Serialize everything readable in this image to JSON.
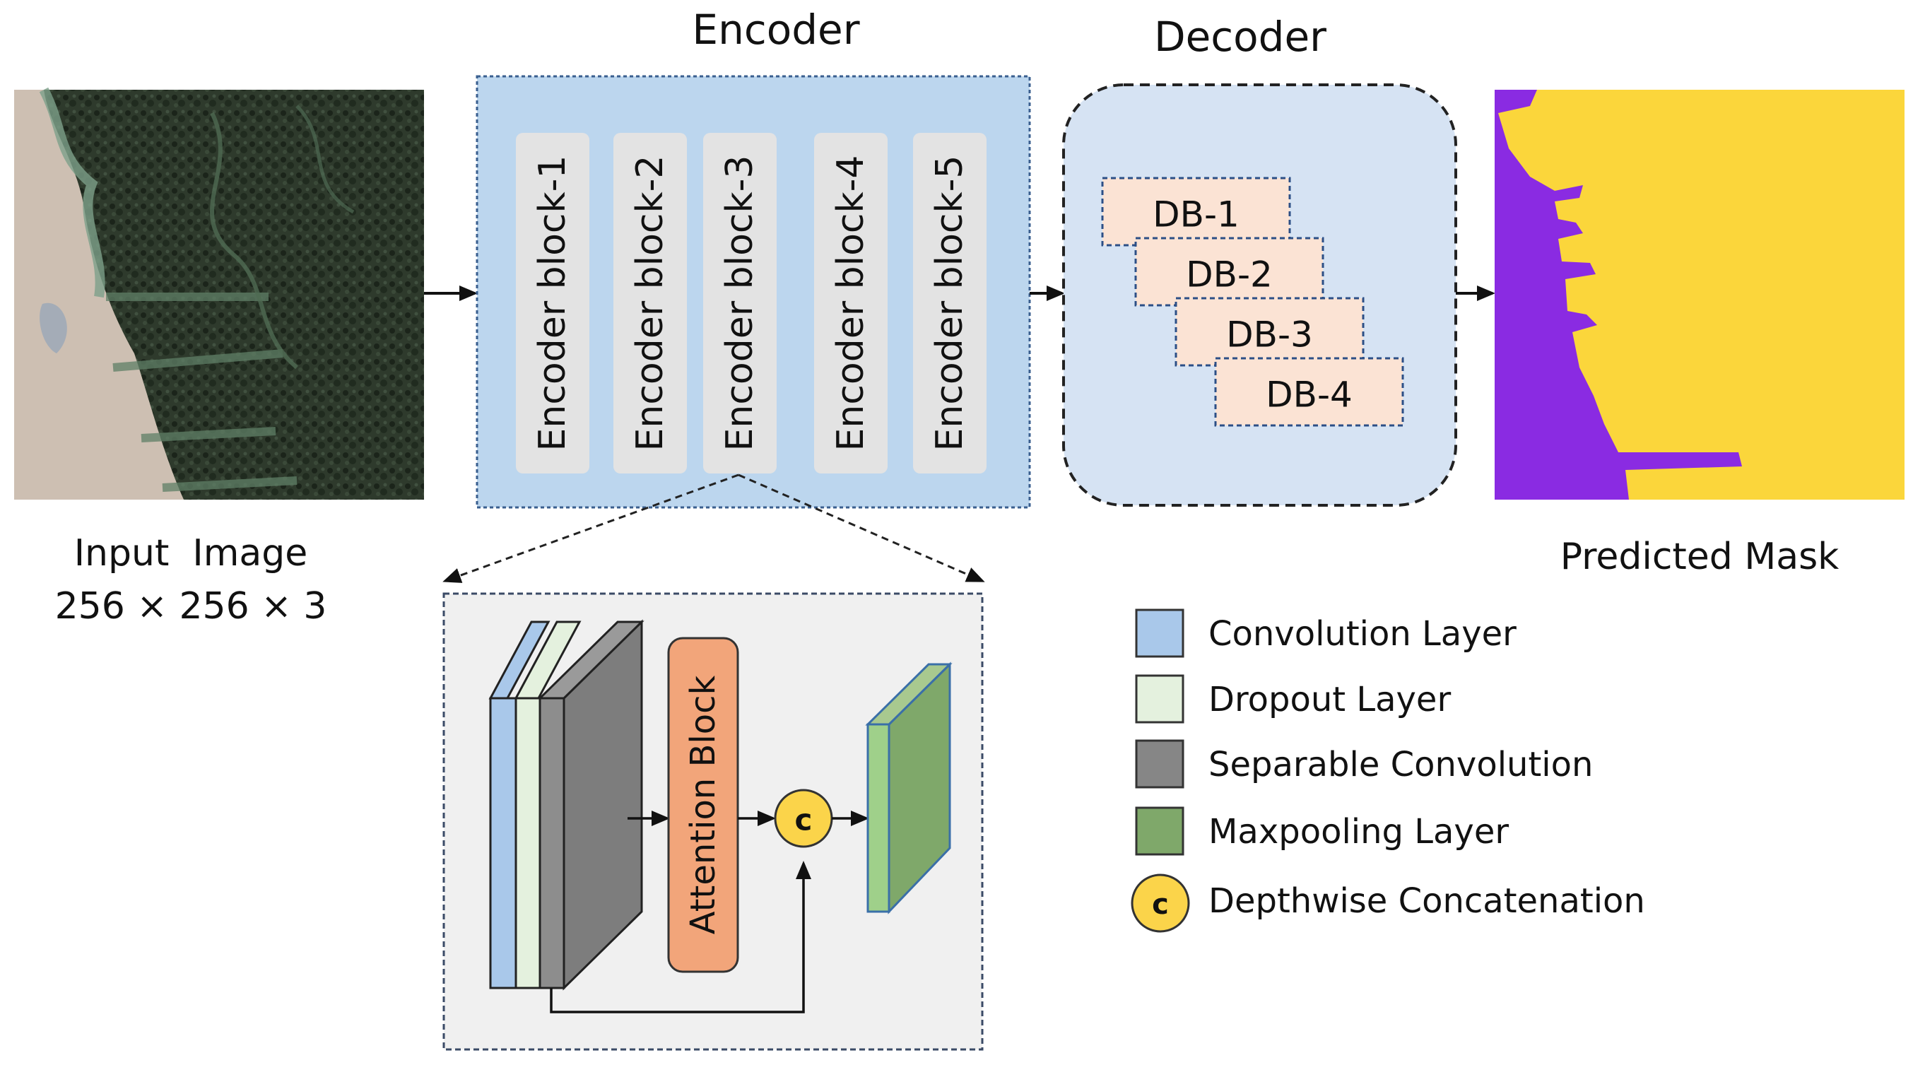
{
  "encoder": {
    "title": "Encoder",
    "blocks": [
      "Encoder block-1",
      "Encoder block-2",
      "Encoder block-3",
      "Encoder block-4",
      "Encoder block-5"
    ]
  },
  "decoder": {
    "title": "Decoder",
    "blocks": [
      "DB-1",
      "DB-2",
      "DB-3",
      "DB-4"
    ]
  },
  "input": {
    "label": "Input  Image",
    "dims": "256 × 256 × 3"
  },
  "output": {
    "label": "Predicted Mask"
  },
  "detail": {
    "attention_label": "Attention Block",
    "concat_symbol": "c"
  },
  "legend": [
    {
      "label": "Convolution Layer",
      "color": "#a9c8ea"
    },
    {
      "label": "Dropout Layer",
      "color": "#e4f1de"
    },
    {
      "label": "Separable Convolution",
      "color": "#868686"
    },
    {
      "label": "Maxpooling Layer",
      "color": "#7fa86a"
    },
    {
      "label": "Depthwise Concatenation",
      "symbol": "c",
      "color": "#fbd44a"
    }
  ],
  "colors": {
    "encoder_bg": "#bcd6ee",
    "decoder_bg": "#d6e3f3",
    "db_fill": "#fbe3d4",
    "attention": "#f2a57a",
    "mask_foreground": "#fbd63b",
    "mask_background": "#8a2be2",
    "detail_bg": "#f0f0f0"
  }
}
